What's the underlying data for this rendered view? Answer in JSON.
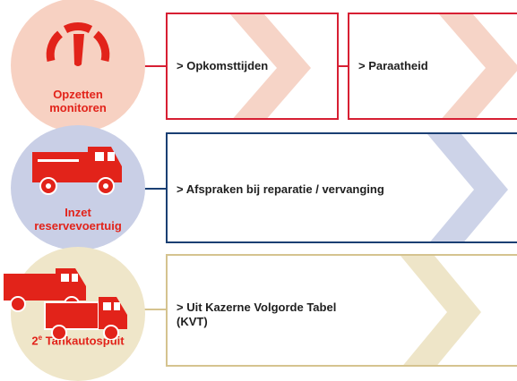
{
  "circles": [
    {
      "label_line1": "Opzetten",
      "label_line2": "monitoren",
      "icon": "speedometer-icon"
    },
    {
      "label_line1": "Inzet",
      "label_line2": "reservevoertuig",
      "icon": "fire-truck-icon"
    },
    {
      "label_line1": "2",
      "label_sup": "e",
      "label_rest": " Tankautospuit",
      "icon": "two-fire-trucks-icon"
    }
  ],
  "boxes": {
    "opkomsttijden": "> Opkomsttijden",
    "paraatheid": "> Paraatheid",
    "afspraken": "> Afspraken bij reparatie / vervanging",
    "kvt_line1": "> Uit Kazerne  Volgorde Tabel",
    "kvt_line2": "(KVT)"
  },
  "colors": {
    "red": "#e2231a",
    "row1_border": "#d71f33",
    "row2_border": "#1a3f73",
    "row3_border": "#d5c38f",
    "row1_circle": "#f7d1c2",
    "row2_circle": "#c9cfe6",
    "row3_circle": "#efe6c9"
  }
}
